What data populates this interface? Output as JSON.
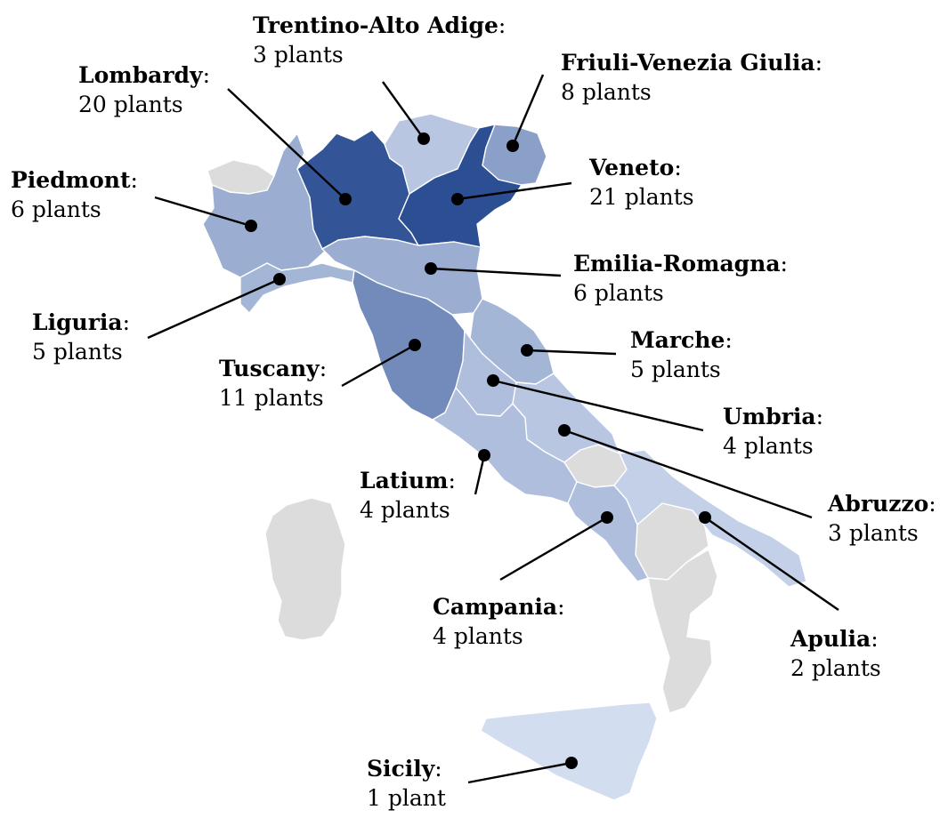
{
  "colors": {
    "no_data": "#dcdcdc",
    "scale_low": "#d2ddf0",
    "scale_high": "#2c4f93",
    "border": "#ffffff",
    "marker": "#000000"
  },
  "legend_separator": ":",
  "regions": [
    {
      "id": "lombardy",
      "name": "Lombardy",
      "count": "20 plants",
      "plants": 20
    },
    {
      "id": "trentino",
      "name": "Trentino-Alto Adige",
      "count": "3 plants",
      "plants": 3
    },
    {
      "id": "friuli",
      "name": "Friuli-Venezia Giulia",
      "count": "8 plants",
      "plants": 8
    },
    {
      "id": "piedmont",
      "name": "Piedmont",
      "count": "6 plants",
      "plants": 6
    },
    {
      "id": "veneto",
      "name": "Veneto",
      "count": "21 plants",
      "plants": 21
    },
    {
      "id": "emilia",
      "name": "Emilia-Romagna",
      "count": "6 plants",
      "plants": 6
    },
    {
      "id": "liguria",
      "name": "Liguria",
      "count": "5 plants",
      "plants": 5
    },
    {
      "id": "tuscany",
      "name": "Tuscany",
      "count": "11 plants",
      "plants": 11
    },
    {
      "id": "marche",
      "name": "Marche",
      "count": "5 plants",
      "plants": 5
    },
    {
      "id": "umbria",
      "name": "Umbria",
      "count": "4 plants",
      "plants": 4
    },
    {
      "id": "latium",
      "name": "Latium",
      "count": "4 plants",
      "plants": 4
    },
    {
      "id": "abruzzo",
      "name": "Abruzzo",
      "count": "3 plants",
      "plants": 3
    },
    {
      "id": "campania",
      "name": "Campania",
      "count": "4 plants",
      "plants": 4
    },
    {
      "id": "apulia",
      "name": "Apulia",
      "count": "2 plants",
      "plants": 2
    },
    {
      "id": "sicily",
      "name": "Sicily",
      "count": "1 plant",
      "plants": 1
    }
  ],
  "no_data_regions": [
    "aosta-valley",
    "molise",
    "basilicata",
    "calabria",
    "sardinia"
  ]
}
